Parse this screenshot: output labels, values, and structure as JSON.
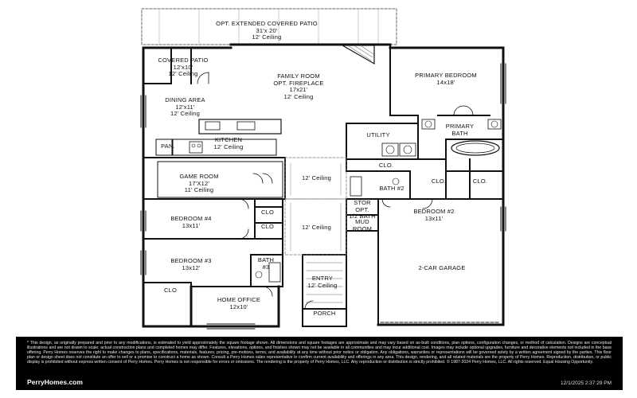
{
  "rooms": {
    "ext_patio": [
      "OPT. EXTENDED COVERED PATIO",
      "31'x 20'",
      "12' Ceiling"
    ],
    "covered_patio": [
      "COVERED PATIO",
      "12'x10'",
      "12' Ceiling"
    ],
    "family_room": [
      "FAMILY ROOM",
      "OPT. FIREPLACE",
      "17x21'",
      "12' Ceiling"
    ],
    "primary_bedroom": [
      "PRIMARY BEDROOM",
      "14x18'"
    ],
    "dining_area": [
      "DINING AREA",
      "12'x11'",
      "12' Ceiling"
    ],
    "primary_bath": [
      "PRIMARY",
      "BATH"
    ],
    "utility": [
      "UTILITY"
    ],
    "kitchen": [
      "KITCHEN",
      "12' Ceiling"
    ],
    "pan": [
      "PAN."
    ],
    "clo_utility": [
      "CLO."
    ],
    "game_room": [
      "GAME ROOM",
      "17'X12'",
      "11' Ceiling"
    ],
    "hall_ceiling": [
      "12' Ceiling"
    ],
    "clo_bath2": [
      "CLO."
    ],
    "clo_right": [
      "CLO."
    ],
    "bath2": [
      "BATH #2"
    ],
    "bedroom4": [
      "BEDROOM #4",
      "13x11'"
    ],
    "clo_b4a": [
      "CLO"
    ],
    "clo_b4b": [
      "CLO"
    ],
    "stor": [
      "STOR",
      "OPT.",
      "1/2 BATH"
    ],
    "bedroom2": [
      "BEDROOM #2",
      "13x11'"
    ],
    "mud_room": [
      "MUD",
      "ROOM"
    ],
    "foyer_ceiling": [
      "12' Ceiling"
    ],
    "bedroom3": [
      "BEDROOM #3",
      "13x12'"
    ],
    "bath3": [
      "BATH",
      "#3"
    ],
    "garage": [
      "2-CAR GARAGE"
    ],
    "entry": [
      "ENTRY",
      "12' Ceiling"
    ],
    "clo_b3": [
      "CLO"
    ],
    "home_office": [
      "HOME OFFICE",
      "12x10'"
    ],
    "porch": [
      "PORCH"
    ]
  },
  "footer": {
    "disclaimer": "* This design, as originally prepared and prior to any modifications, is estimated to yield approximately the square footage shown. All dimensions and square footages are approximate and may vary based on as-built conditions, plan options, configuration changes, or method of calculation. Designs are conceptual illustrations and are not drawn to scale; actual construction plans and completed homes may differ. Features, elevations, options, and finishes shown may not be available in all communities and may incur additional cost. Images may include optional upgrades, furniture and decorative elements not included in the base offering. Perry Homes reserves the right to make changes to plans, specifications, materials, features, pricing, pre-motions, terms, and availability at any time without prior notice or obligation. Any obligations, warranties or representations will be governed solely by a written agreement signed by the parties. This floor plan or design sheet does not constitute an offer to sell or a promise to construct a home as shown. Consult a Perry Homes sales representative to confirm current availability and offerings in any area. This design, rendering, and all related materials are the property of Perry Homes. Reproduction, distribution, or public display is prohibited without express written consent of Perry Homes. Perry Homes is not responsible for errors or omissions. The rendering is the property of Perry Homes, LLC. Any reproduction or distribution is strictly prohibited. © 1987-2024 Perry Homes, LLC. All rights reserved. Equal Housing Opportunity.",
    "brand": "PerryHomes.com",
    "timestamp": "12/1/2025 2:37:29 PM"
  }
}
